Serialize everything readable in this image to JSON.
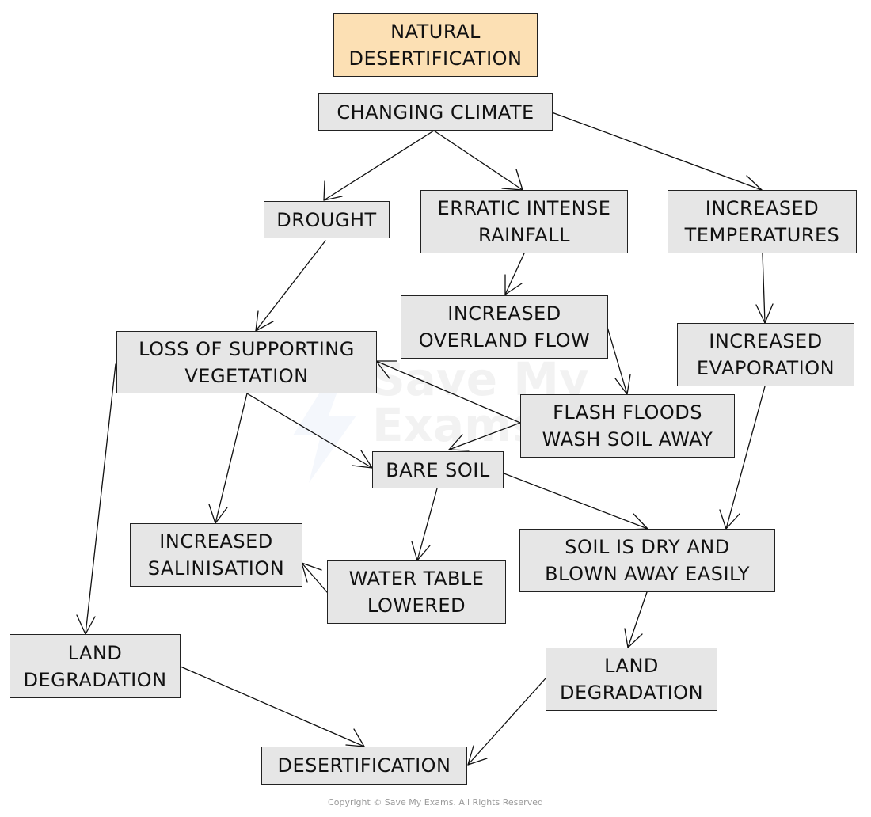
{
  "nodes": {
    "natural_desertification": "NATURAL\nDESERTIFICATION",
    "changing_climate": "CHANGING CLIMATE",
    "drought": "DROUGHT",
    "erratic_intense_rainfall": "ERRATIC INTENSE\nRAINFALL",
    "increased_temperatures": "INCREASED\nTEMPERATURES",
    "increased_overland_flow": "INCREASED\nOVERLAND FLOW",
    "increased_evaporation": "INCREASED\nEVAPORATION",
    "loss_of_supporting_vegetation": "LOSS OF SUPPORTING\nVEGETATION",
    "flash_floods": "FLASH FLOODS\nWASH SOIL AWAY",
    "bare_soil": "BARE SOIL",
    "increased_salinisation": "INCREASED\nSALINISATION",
    "water_table_lowered": "WATER TABLE\nLOWERED",
    "soil_dry_blown": "SOIL IS DRY AND\nBLOWN AWAY EASILY",
    "land_degradation_left": "LAND\nDEGRADATION",
    "land_degradation_right": "LAND\nDEGRADATION",
    "desertification": "DESERTIFICATION"
  },
  "edges": [
    [
      "changing_climate",
      "drought"
    ],
    [
      "changing_climate",
      "erratic_intense_rainfall"
    ],
    [
      "changing_climate",
      "increased_temperatures"
    ],
    [
      "drought",
      "loss_of_supporting_vegetation"
    ],
    [
      "erratic_intense_rainfall",
      "increased_overland_flow"
    ],
    [
      "increased_overland_flow",
      "flash_floods"
    ],
    [
      "increased_temperatures",
      "increased_evaporation"
    ],
    [
      "flash_floods",
      "loss_of_supporting_vegetation"
    ],
    [
      "flash_floods",
      "bare_soil"
    ],
    [
      "loss_of_supporting_vegetation",
      "bare_soil"
    ],
    [
      "loss_of_supporting_vegetation",
      "increased_salinisation"
    ],
    [
      "loss_of_supporting_vegetation",
      "land_degradation_left"
    ],
    [
      "bare_soil",
      "water_table_lowered"
    ],
    [
      "bare_soil",
      "soil_dry_blown"
    ],
    [
      "increased_evaporation",
      "soil_dry_blown"
    ],
    [
      "water_table_lowered",
      "increased_salinisation"
    ],
    [
      "soil_dry_blown",
      "land_degradation_right"
    ],
    [
      "land_degradation_left",
      "desertification"
    ],
    [
      "land_degradation_right",
      "desertification"
    ]
  ],
  "watermark": "Save My\nExams",
  "copyright": "Copyright © Save My Exams. All Rights Reserved",
  "colors": {
    "title_fill": "#fce0b4",
    "box_fill": "#e6e6e6",
    "line": "#111111"
  }
}
